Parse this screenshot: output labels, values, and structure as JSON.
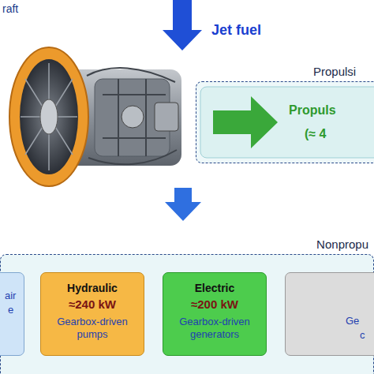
{
  "diagram": {
    "nodes": [
      {
        "text": [
          "Propulsi"
        ]
      },
      {
        "text": [
          "Propuls",
          "(≈ 4"
        ],
        "in": 0
      },
      {
        "text": [
          "Nonpropu"
        ]
      },
      {
        "text": [
          "air",
          "e"
        ],
        "in": 2
      },
      {
        "text": [
          "Hydraulic",
          "≈240 kW",
          "Gearbox-driven pumps"
        ],
        "in": 2
      },
      {
        "text": [
          "Electric",
          "≈200 kW",
          "Gearbox-driven generators"
        ],
        "in": 2
      },
      {
        "text": [
          "Ge",
          "c"
        ],
        "in": 2
      }
    ],
    "labels": [
      "raft",
      "Jet fuel"
    ]
  }
}
